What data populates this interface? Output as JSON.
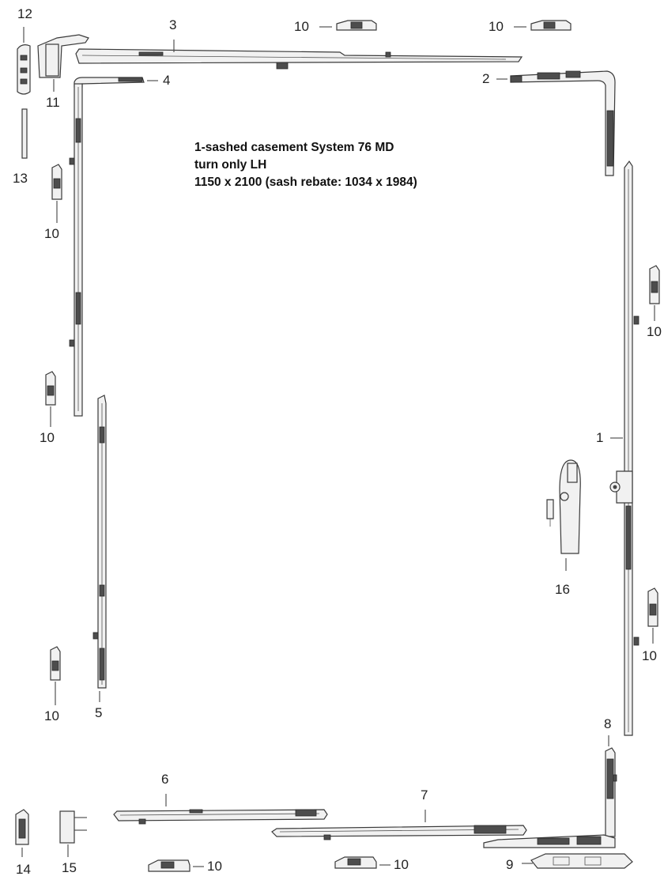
{
  "title": {
    "line1": "1-sashed casement System 76 MD",
    "line2": "turn only LH",
    "line3": "1150 x 2100 (sash rebate: 1034 x 1984)"
  },
  "labels": {
    "p1": "1",
    "p2": "2",
    "p3": "3",
    "p4": "4",
    "p5": "5",
    "p6": "6",
    "p7": "7",
    "p8": "8",
    "p9": "9",
    "p10": "10",
    "p11": "11",
    "p12": "12",
    "p13": "13",
    "p14": "14",
    "p15": "15",
    "p16": "16"
  },
  "colors": {
    "part_fill": "#f1f1f1",
    "part_stroke": "#3a3a3a",
    "dark_parts": "#4d4d4d"
  }
}
